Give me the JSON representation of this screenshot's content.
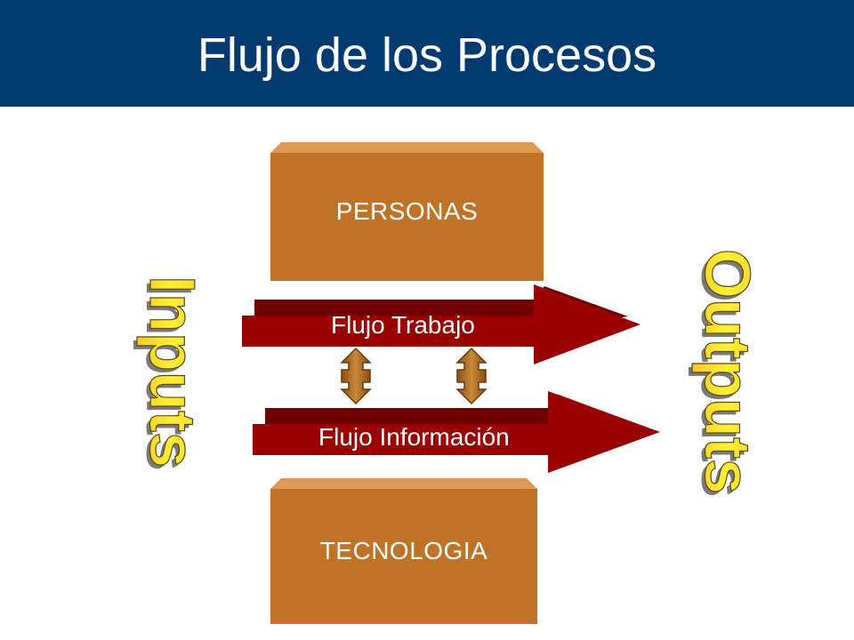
{
  "title": "Flujo de los Procesos",
  "boxes": {
    "top_label": "PERSONAS",
    "bottom_label": "TECNOLOGIA"
  },
  "arrows": {
    "work_label": "Flujo Trabajo",
    "info_label": "Flujo Información"
  },
  "side_labels": {
    "left": "Inputs",
    "right": "Outputs"
  },
  "colors": {
    "header": "#003A6F",
    "box": "#C07226",
    "arrow": "#990000",
    "word_art": "#F7E21A"
  },
  "icons": {
    "connector": "double-arrow-icon"
  }
}
